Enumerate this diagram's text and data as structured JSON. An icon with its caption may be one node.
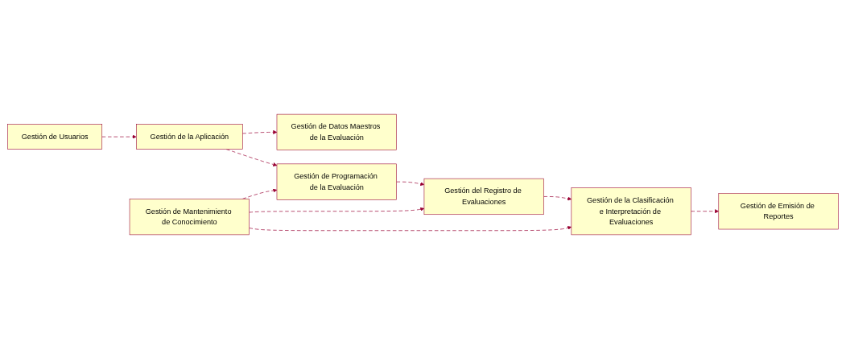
{
  "diagram": {
    "nodes": [
      {
        "text": [
          "Gestión de Usuarios"
        ]
      },
      {
        "text": [
          "Gestión de la Aplicación"
        ]
      },
      {
        "text": [
          "Gestión de Datos Maestros de la Evaluación"
        ]
      },
      {
        "text": [
          "Gestión de Programación de la Evaluación"
        ]
      },
      {
        "text": [
          "Gestión de Mantenimiento de Conocimiento"
        ]
      },
      {
        "text": [
          "Gestión del Registro de Evaluaciones"
        ]
      },
      {
        "text": [
          "Gestión de la Clasificación e Interpretación de Evaluaciones"
        ]
      },
      {
        "text": [
          "Gestión de Emisión de Reportes"
        ]
      }
    ],
    "edges": [
      {
        "from": 0,
        "to": 1,
        "arrow": "to",
        "style": "dashed"
      },
      {
        "from": 1,
        "to": 2,
        "arrow": "to",
        "style": "dashed"
      },
      {
        "from": 1,
        "to": 3,
        "arrow": "to",
        "style": "dashed"
      },
      {
        "from": 3,
        "to": 5,
        "arrow": "to",
        "style": "dashed"
      },
      {
        "from": 4,
        "to": 3,
        "arrow": "to",
        "style": "dashed"
      },
      {
        "from": 4,
        "to": 5,
        "arrow": "to",
        "style": "dashed"
      },
      {
        "from": 4,
        "to": 6,
        "arrow": "to",
        "style": "dashed"
      },
      {
        "from": 5,
        "to": 6,
        "arrow": "to",
        "style": "dashed"
      },
      {
        "from": 6,
        "to": 7,
        "arrow": "to",
        "style": "dashed"
      }
    ]
  }
}
